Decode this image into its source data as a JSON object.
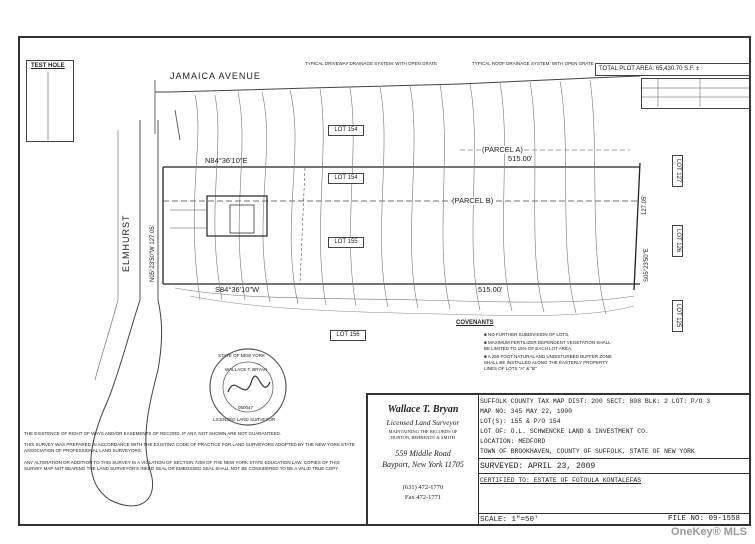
{
  "streets": {
    "jamaica": "JAMAICA AVENUE",
    "elmhurst": "ELMHURST"
  },
  "test_hole": {
    "title": "TEST HOLE"
  },
  "plot_area": "TOTAL PLOT AREA: 65,430.70 S.F. ±",
  "drainage": {
    "driveway_title": "TYPICAL DRIVEWAY DRAINAGE SYSTEM: WITH OPEN GRATE",
    "roof_title": "TYPICAL ROOF DRAINAGE SYSTEM: WITH OPEN GRATE"
  },
  "bearings": {
    "north_line": "N84°36'10\"E",
    "north_dist": "515.00'",
    "south_line": "S84°36'10\"W",
    "south_dist": "515.00'",
    "west_line": "N05°23'50\"W   127.05'",
    "east_line": "S05°23'50\"E",
    "east_dist": "127.05'"
  },
  "parcels": {
    "a": "(PARCEL A)",
    "b": "(PARCEL B)"
  },
  "lots": {
    "l154_top": "LOT 154",
    "l154": "LOT 154",
    "l155": "LOT 155",
    "l156": "LOT 156",
    "l127": "LOT 127",
    "l126": "LOT 126",
    "l125": "LOT 125"
  },
  "covenants": {
    "title": "COVENANTS",
    "items": [
      "■ NO FURTHER SUBDIVISION OF LOTS.",
      "■ MAXIMUM FERTILIZER DEPENDENT VEGETATION SHALL BE LIMITED TO 15% OF EACH LOT AREA.",
      "■ A 250 FOOT NATURAL AND UNDISTURBED BUFFER ZONE SHALL BE INSTALLED ALONG THE EASTERLY PROPERTY LINES OF LOTS \"A\" & \"B\""
    ]
  },
  "seal": {
    "outer_top": "STATE OF NEW YORK",
    "outer_bottom": "LICENSED LAND SURVEYOR",
    "name": "WALLACE T. BRYAN",
    "number": "050047"
  },
  "notes": {
    "n1": "THE EXISTENCE OF RIGHT OF WAYS AND/OR EASEMENTS OF RECORD, IF ANY, NOT SHOWN ARE NOT GUARANTEED.",
    "n2": "THIS SURVEY WAS PREPARED IN ACCORDANCE WITH THE EXISTING CODE OF PRACTICE FOR LAND SURVEYORS ADOPTED BY THE NEW YORK STATE ASSOCIATION OF PROFESSIONAL LAND SURVEYORS.",
    "n3": "ANY ALTERATION OR ADDITION TO THIS SURVEY IS A VIOLATION OF SECTION 7209 OF THE NEW YORK STATE EDUCATION LAW. COPIES OF THIS SURVEY MAP NOT BEARING THE LAND SURVEYOR'S INKED SEAL OR EMBOSSED SEAL SHALL NOT BE CONSIDERED TO BE A VALID TRUE COPY."
  },
  "surveyor": {
    "name": "Wallace T. Bryan",
    "title": "Licensed Land Surveyor",
    "maint1": "MAINTAINING THE RECORDS OF",
    "maint2": "BURTON, BEHRENDT & SMITH",
    "addr1": "559 Middle Road",
    "addr2": "Bayport, New York 11705",
    "phone": "(631) 472-1770",
    "fax": "Fax 472-1771"
  },
  "title_block": {
    "tax_map": "SUFFOLK COUNTY TAX MAP  DIST: 200  SECT: 808  BLK: 2  LOT: P/O 3",
    "map_no": "MAP NO: 345                      MAY 22, 1900",
    "lots": "LOT(S): 155 & P/O 154",
    "lot_of": "LOT OF: O.L. SCHWENCKE LAND & INVESTMENT CO.",
    "location": "LOCATION: MEDFORD",
    "town": "TOWN OF BROOKHAVEN, COUNTY OF SUFFOLK, STATE OF NEW YORK",
    "surveyed": "SURVEYED: APRIL 23, 2009",
    "certified": "CERTIFIED TO: ESTATE OF FOTOULA KONTALEFAS",
    "scale": "SCALE: 1\"=50'",
    "file_no": "FILE NO: 09-1558"
  },
  "watermark": "OneKey® MLS"
}
